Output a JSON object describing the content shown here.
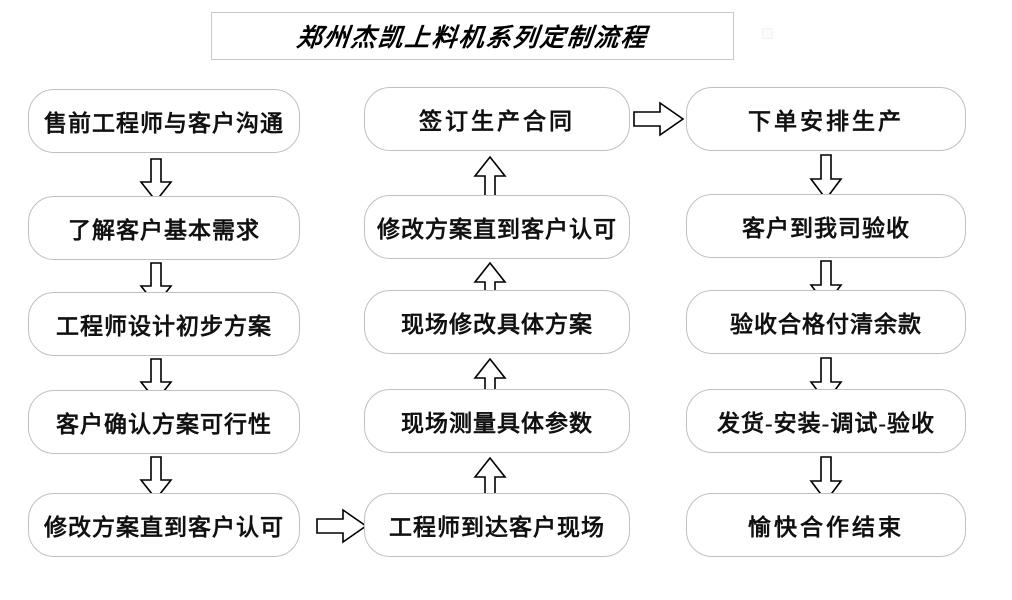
{
  "title": {
    "text": "郑州杰凯上料机系列定制流程"
  },
  "columns": [
    {
      "name": "left-column",
      "nodes": [
        {
          "id": "n1",
          "label": "售前工程师与客户沟通"
        },
        {
          "id": "n2",
          "label": "了解客户基本需求"
        },
        {
          "id": "n3",
          "label": "工程师设计初步方案"
        },
        {
          "id": "n4",
          "label": "客户确认方案可行性"
        },
        {
          "id": "n5",
          "label": "修改方案直到客户认可"
        }
      ]
    },
    {
      "name": "middle-column",
      "nodes": [
        {
          "id": "n6",
          "label": "签订生产合同"
        },
        {
          "id": "n7",
          "label": "修改方案直到客户认可"
        },
        {
          "id": "n8",
          "label": "现场修改具体方案"
        },
        {
          "id": "n9",
          "label": "现场测量具体参数"
        },
        {
          "id": "n10",
          "label": "工程师到达客户现场"
        }
      ]
    },
    {
      "name": "right-column",
      "nodes": [
        {
          "id": "n11",
          "label": "下单安排生产"
        },
        {
          "id": "n12",
          "label": "客户到我司验收"
        },
        {
          "id": "n13",
          "label": "验收合格付清余款"
        },
        {
          "id": "n14",
          "label": "发货-安装-调试-验收"
        },
        {
          "id": "n15",
          "label": "愉快合作结束"
        }
      ]
    }
  ],
  "arrows": {
    "down": "arrow-down",
    "up": "arrow-up",
    "right": "arrow-right"
  },
  "colors": {
    "node_border": "#c0c0c0",
    "title_border": "#c8c8c8",
    "text": "#111111",
    "arrow_stroke": "#000000",
    "background": "#ffffff"
  }
}
